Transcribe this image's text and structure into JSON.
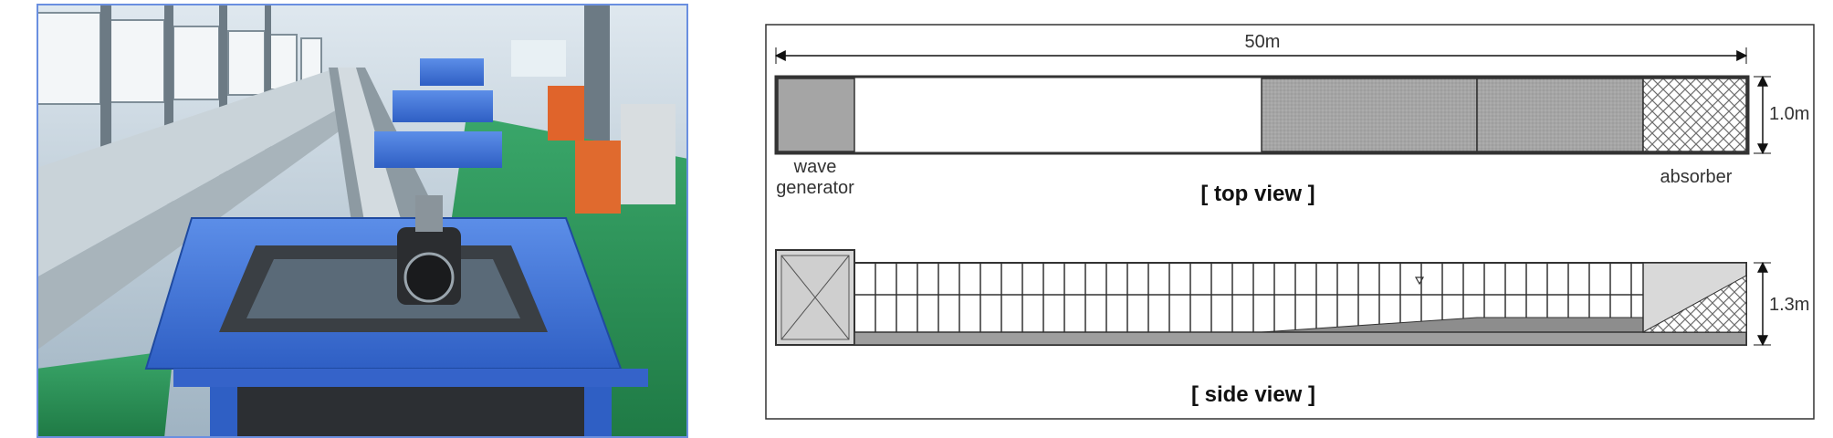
{
  "photo": {
    "description_icon": "wave-flume-photo"
  },
  "top_view": {
    "length_label": "50m",
    "width_label": "1.0m",
    "wave_generator_line1": "wave",
    "wave_generator_line2": "generator",
    "absorber_label": "absorber",
    "title": "[ top view ]"
  },
  "side_view": {
    "height_label": "1.3m",
    "title": "[ side view ]"
  },
  "colors": {
    "frame_blue": "#3f6fd4",
    "floor_green": "#2f8f57",
    "gray_fill": "#a9a9a9",
    "light_gray": "#cfcfcf"
  }
}
